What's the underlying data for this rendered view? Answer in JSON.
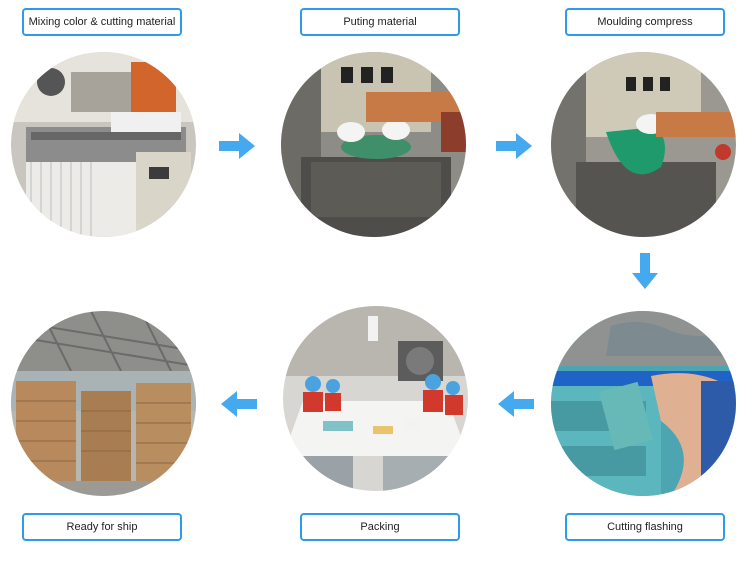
{
  "steps": [
    {
      "label": "Mixing color & cutting material"
    },
    {
      "label": "Puting material"
    },
    {
      "label": "Moulding compress"
    },
    {
      "label": "Cutting flashing"
    },
    {
      "label": "Packing"
    },
    {
      "label": "Ready for ship"
    }
  ],
  "photos": [
    {
      "name": "mixing-machine-photo"
    },
    {
      "name": "putting-material-photo"
    },
    {
      "name": "moulding-press-photo"
    },
    {
      "name": "cutting-flashing-photo"
    },
    {
      "name": "packing-line-photo"
    },
    {
      "name": "warehouse-photo"
    }
  ],
  "colors": {
    "accent": "#2e9be8",
    "arrow": "#45a9f0"
  }
}
